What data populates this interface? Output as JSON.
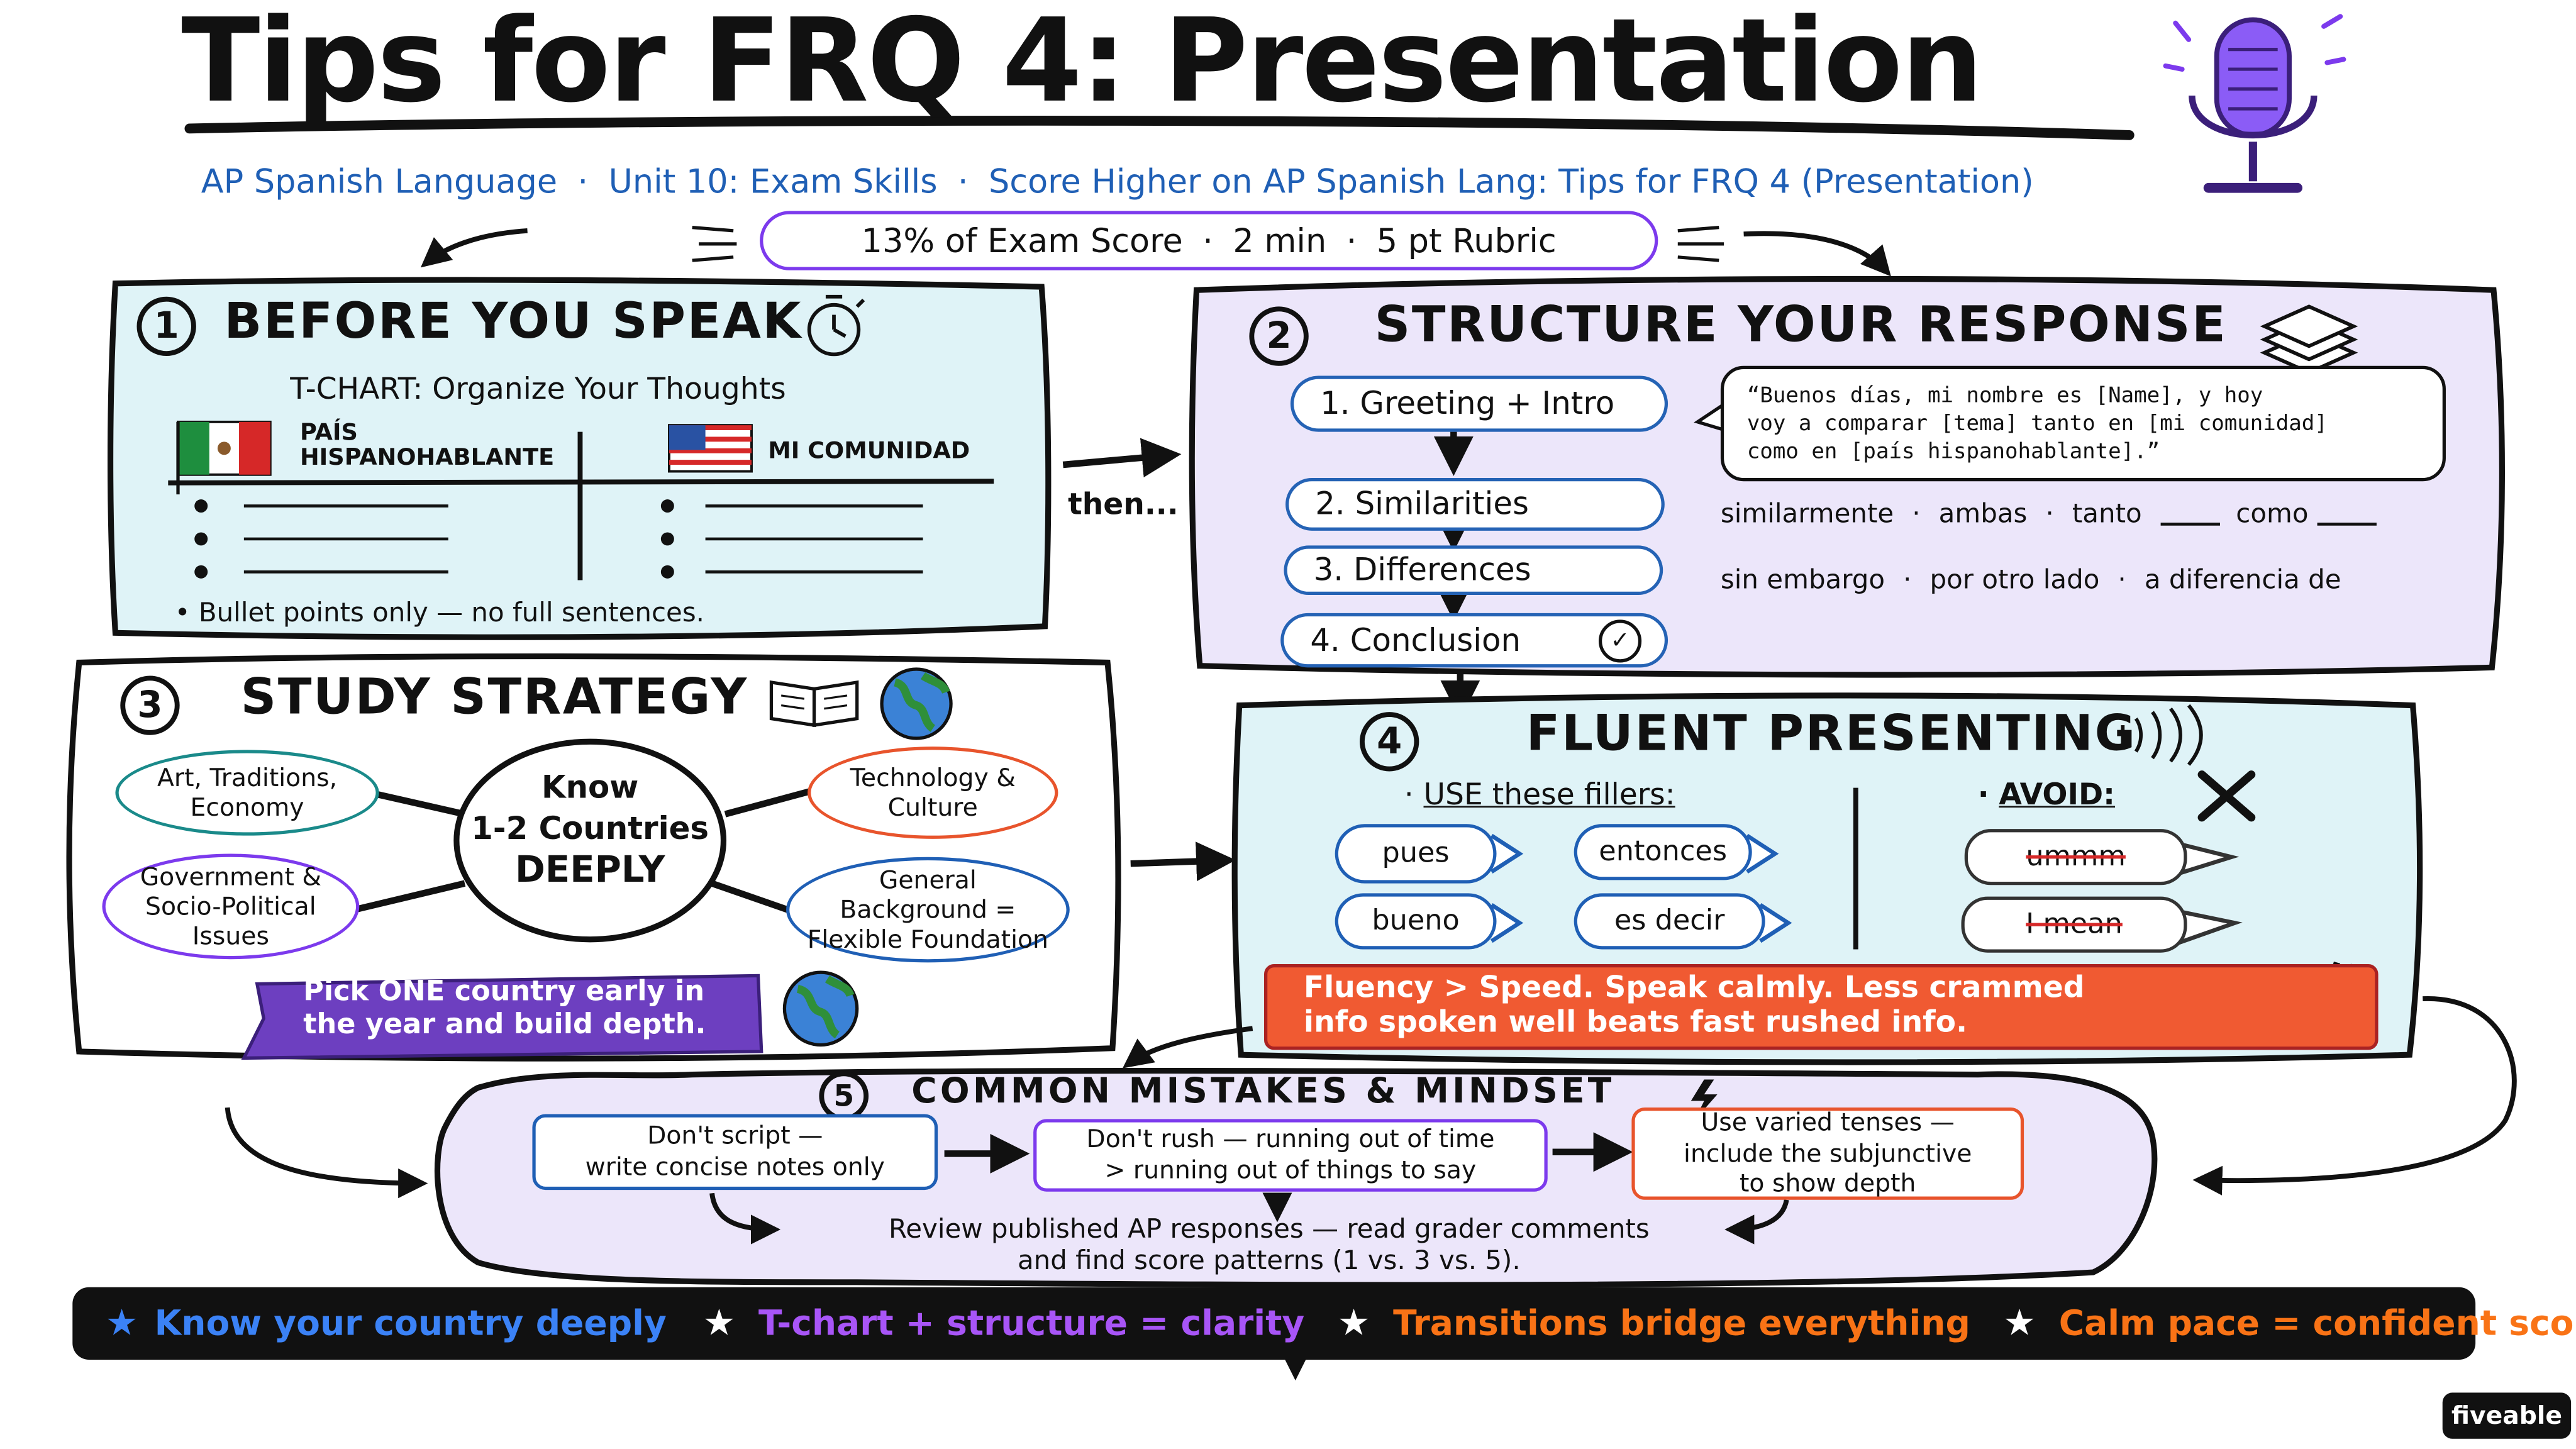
{
  "header": {
    "title": "Tips for FRQ 4: Presentation",
    "breadcrumb": [
      "AP Spanish Language",
      "Unit 10: Exam Skills",
      "Score Higher on AP Spanish Lang: Tips for FRQ 4 (Presentation)"
    ],
    "separator": "·",
    "stats": [
      "13% of Exam Score",
      "2 min",
      "5 pt Rubric"
    ],
    "mic_icon": "microphone-icon"
  },
  "section1": {
    "number": "1",
    "title": "BEFORE YOU SPEAK",
    "icon": "stopwatch-icon",
    "tchart_title": "T-CHART: Organize Your Thoughts",
    "left_col": [
      "PAÍS",
      "HISPANOHABLANTE"
    ],
    "right_col": "MI COMUNIDAD",
    "note": "• Bullet points only — no full sentences."
  },
  "connector_then": "then...",
  "section2": {
    "number": "2",
    "title": "STRUCTURE YOUR RESPONSE",
    "icon": "layers-icon",
    "steps": [
      "1.  Greeting + Intro",
      "2.  Similarities",
      "3.  Differences",
      "4.  Conclusion"
    ],
    "quote_lines": [
      "“Buenos días, mi nombre es [Name], y hoy",
      "voy a comparar [tema] tanto en [mi comunidad]",
      "como en [país hispanohablante].”"
    ],
    "similar_words": [
      "similarmente",
      "ambas",
      "tanto",
      "como"
    ],
    "contrast_words": [
      "sin embargo",
      "por otro lado",
      "a diferencia de"
    ]
  },
  "section3": {
    "number": "3",
    "title": "STUDY STRATEGY",
    "icons": [
      "book-icon",
      "globe-icon"
    ],
    "center_lines": [
      "Know",
      "1-2 Countries",
      "DEEPLY"
    ],
    "topics": {
      "art": [
        "Art, Traditions,",
        "Economy"
      ],
      "government": [
        "Government &",
        "Socio-Political",
        "Issues"
      ],
      "technology": [
        "Technology &",
        "Culture"
      ],
      "general": [
        "General",
        "Background =",
        "Flexible Foundation"
      ]
    },
    "tip_lines": [
      "Pick ONE country early in",
      "the year and build depth."
    ]
  },
  "section4": {
    "number": "4",
    "title": "FLUENT PRESENTING",
    "use_label": "USE these fillers:",
    "fillers": [
      "pues",
      "entonces",
      "bueno",
      "es decir"
    ],
    "avoid_label": "AVOID:",
    "avoid": [
      "ummm",
      "I mean"
    ],
    "banner_lines": [
      "Fluency > Speed. Speak calmly. Less crammed",
      "info spoken well beats fast rushed info."
    ]
  },
  "section5": {
    "number": "5",
    "title": "COMMON MISTAKES & MINDSET",
    "mistakes": [
      [
        "Don't script —",
        "write concise notes only"
      ],
      [
        "Don't rush — running out of time",
        "> running out of things to say"
      ],
      [
        "Use varied tenses —",
        "include the subjunctive",
        "to show depth"
      ]
    ],
    "review_lines": [
      "Review published AP responses — read grader comments",
      "and find score patterns (1 vs. 3 vs. 5)."
    ]
  },
  "footer": {
    "items": [
      "Know your country deeply",
      "T-chart + structure = clarity",
      "Transitions bridge everything",
      "Calm pace = confident score"
    ],
    "colors": [
      "#3b82f6",
      "#a855f7",
      "#f97316",
      "#f97316"
    ],
    "star_icon": "star-icon"
  },
  "brand": "fiveable",
  "colors": {
    "blue": "#1f5fb5",
    "purple": "#7c3aed",
    "panel_cyan": "#dff3f7",
    "panel_lavender": "#ece6fa",
    "red": "#f05a32",
    "orange": "#e8542c"
  }
}
